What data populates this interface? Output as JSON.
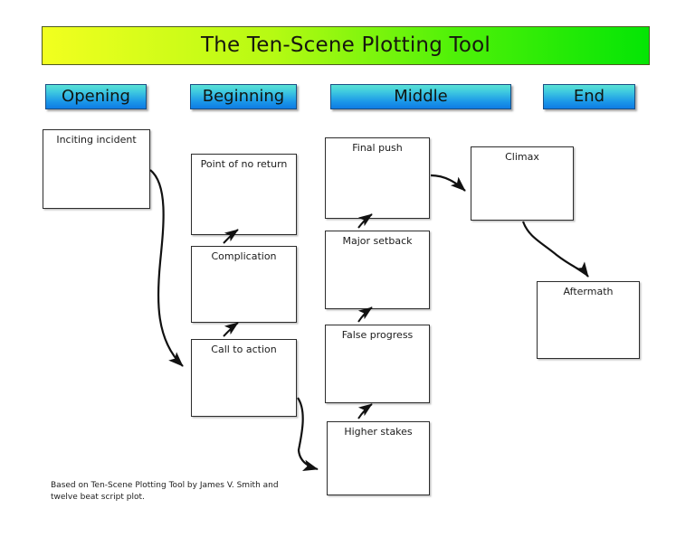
{
  "title": {
    "text": "The Ten-Scene Plotting Tool",
    "gradient_from": "#f2ff1f",
    "gradient_to": "#04e505",
    "border_color": "#4d5a21"
  },
  "acts": [
    {
      "key": "opening",
      "label": "Opening"
    },
    {
      "key": "beginning",
      "label": "Beginning"
    },
    {
      "key": "middle",
      "label": "Middle"
    },
    {
      "key": "end",
      "label": "End"
    }
  ],
  "act_style": {
    "gradient_from": "#59e2d4",
    "gradient_to": "#0f7ce4",
    "border_color": "#1a4f85"
  },
  "scenes": [
    {
      "key": "inciting-incident",
      "label": "Inciting incident",
      "act": "opening"
    },
    {
      "key": "point-of-no-return",
      "label": "Point of no return",
      "act": "beginning"
    },
    {
      "key": "complication",
      "label": "Complication",
      "act": "beginning"
    },
    {
      "key": "call-to-action",
      "label": "Call to action",
      "act": "beginning"
    },
    {
      "key": "final-push",
      "label": "Final push",
      "act": "middle"
    },
    {
      "key": "major-setback",
      "label": "Major setback",
      "act": "middle"
    },
    {
      "key": "false-progress",
      "label": "False progress",
      "act": "middle"
    },
    {
      "key": "higher-stakes",
      "label": "Higher stakes",
      "act": "middle"
    },
    {
      "key": "climax",
      "label": "Climax",
      "act": "end"
    },
    {
      "key": "aftermath",
      "label": "Aftermath",
      "act": "end"
    }
  ],
  "connectors": [
    {
      "from": "inciting-incident",
      "to": "call-to-action",
      "style": "curved-arrow"
    },
    {
      "from": "call-to-action",
      "to": "complication",
      "style": "short-arrow"
    },
    {
      "from": "complication",
      "to": "point-of-no-return",
      "style": "short-arrow"
    },
    {
      "from": "call-to-action",
      "to": "higher-stakes",
      "style": "curved-arrow"
    },
    {
      "from": "higher-stakes",
      "to": "false-progress",
      "style": "short-arrow"
    },
    {
      "from": "false-progress",
      "to": "major-setback",
      "style": "short-arrow"
    },
    {
      "from": "major-setback",
      "to": "final-push",
      "style": "short-arrow"
    },
    {
      "from": "final-push",
      "to": "climax",
      "style": "curved-arrow"
    },
    {
      "from": "climax",
      "to": "aftermath",
      "style": "curved-arrow"
    }
  ],
  "credit": {
    "text": "Based on Ten-Scene Plotting Tool by James V. Smith and twelve beat script plot."
  }
}
